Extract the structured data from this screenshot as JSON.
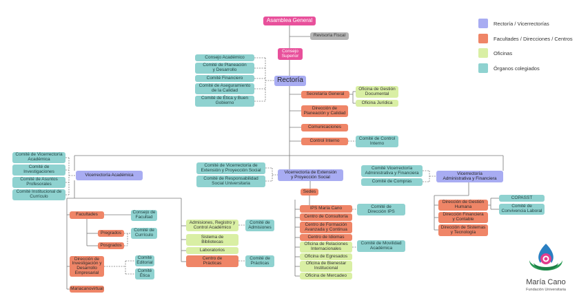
{
  "legend": {
    "rectoria": "Rectoría / Vicerrectorías",
    "facultades": "Facultades / Direcciones / Centros",
    "oficinas": "Oficinas",
    "organos": "Órganos colegiados"
  },
  "colors": {
    "asamblea": "#e8509b",
    "revisoria": "#b5b5b5",
    "rectoria": "#a8acf2",
    "facultades": "#ef8567",
    "oficinas": "#d9efa4",
    "organos": "#8fd2d0",
    "lines": "#777777"
  },
  "nodes": {
    "asamblea": "Asamblea General",
    "revisoria": "Revisoría Fiscal",
    "consejo_superior": "Consejo\nSuperior",
    "rectoria": "Rectoría",
    "consejo_academico": "Consejo Académico",
    "comite_planeacion": "Comité de Planeación\ny Desarrollo",
    "comite_financiero": "Comité Financiero",
    "comite_aseguramiento": "Comité de Aseguramiento\nde la Calidad",
    "comite_etica_gobierno": "Comité de Ética y Buen\nGobierno",
    "secretaria_general": "Secretaría General",
    "oficina_gestion_documental": "Oficina de Gestión\nDocumental",
    "oficina_juridica": "Oficina Jurídica",
    "direccion_planeacion": "Dirección de\nPlaneación y Calidad",
    "comunicaciones": "Comunicaciones",
    "control_interno": "Control Interno",
    "comite_control_interno": "Comité de Control\nInterno",
    "vic_academica": "Vicerrectoría Académica",
    "comite_vic_academica": "Comité de Vicerrectoría\nAcadémica",
    "comite_investigaciones": "Comité de\nInvestigaciones",
    "comite_asuntos_profesorales": "Comité de Asuntos\nProfesorales",
    "comite_institucional_curriculo": "Comité Institucional de\nCurrículo",
    "vic_extension": "Vicerrectoría de Extensión\ny Proyección Social",
    "comite_vic_extension": "Comité de Vicerrectoría de\nExtensión y Proyección Social",
    "comite_responsabilidad_social": "Comité de Responsabilidad\nSocial Universitaria",
    "vic_administrativa": "Vicerrectoría\nAdministrativa y Financiera",
    "comite_vic_administrativa": "Comité Vicerrectoría\nAdministrativa y Financiera",
    "comite_compras": "Comité de Compras",
    "sedes": "Sedes",
    "facultades": "Facultades",
    "consejo_facultad": "Consejo de\nFacultad",
    "pregrados": "Pregrados",
    "posgrados": "Posgrados",
    "comite_curriculo": "Comité de\nCurrículo",
    "direccion_investigacion": "Dirección de\nInvestigación y\nDesarrollo\nEmpresarial",
    "comite_editorial": "Comité\nEditorial",
    "comite_etica": "Comité\nÉtica",
    "mariacanovirtual": "Mariacanovirtual",
    "admisiones": "Admisiones, Registro y\nControl Académico",
    "comite_admisiones": "Comité de\nAdmisiones",
    "sistema_bibliotecas": "Sistema de\nBibliotecas",
    "laboratorios": "Laboratorios",
    "centro_practicas": "Centro de\nPrácticas",
    "comite_practicas": "Comité de\nPrácticas",
    "ips_maria_cano": "IPS María Cano",
    "comite_direccion_ips": "Comité de\nDirección IPS",
    "centro_consultoria": "Centro de Consultoría",
    "centro_formacion": "Centro de Formación\nAvanzada y Continua",
    "centro_idiomas": "Centro de Idiomas",
    "oficina_relaciones": "Oficina de Relaciones\nInternacionales",
    "comite_movilidad": "Comité de Movilidad\nAcadémica",
    "oficina_egresados": "Oficina de Egresados",
    "oficina_bienestar": "Oficina de Bienestar\nInstitucional",
    "oficina_mercadeo": "Oficina de Mercadeo",
    "direccion_gestion_humana": "Dirección de Gestión\nHumana",
    "copasst": "COPASST",
    "comite_convivencia": "Comité de\nConvivencia Laboral",
    "direccion_financiera": "Dirección Financiera\ny Contable",
    "direccion_sistemas": "Dirección de Sistemas\ny Tecnología"
  },
  "logo": {
    "name": "María Cano",
    "subtitle": "Fundación Universitaria"
  }
}
